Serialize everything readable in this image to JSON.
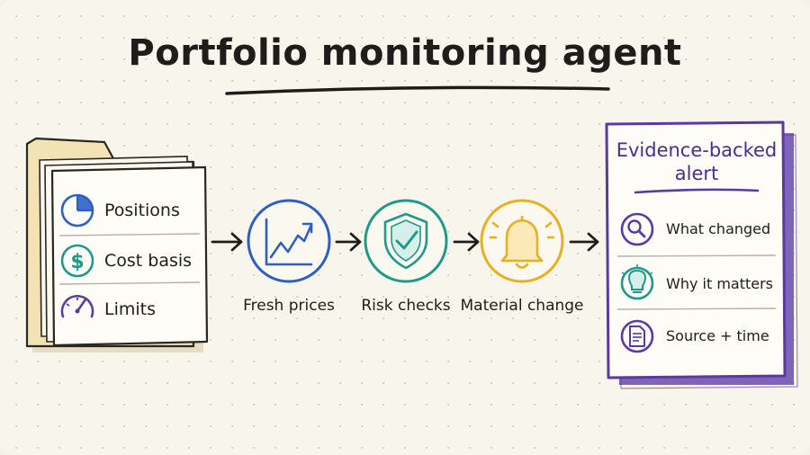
{
  "title": "Portfolio monitoring agent",
  "inputs": [
    {
      "label": "Positions",
      "icon": "pie-chart-icon"
    },
    {
      "label": "Cost basis",
      "icon": "dollar-icon"
    },
    {
      "label": "Limits",
      "icon": "gauge-icon"
    }
  ],
  "stages": [
    {
      "label": "Fresh prices",
      "icon": "trend-chart-icon",
      "color": "#2f5fc4"
    },
    {
      "label": "Risk checks",
      "icon": "shield-check-icon",
      "color": "#1f9a8a"
    },
    {
      "label": "Material change",
      "icon": "bell-icon",
      "color": "#e8b020"
    }
  ],
  "alert": {
    "title": "Evidence-backed alert",
    "title_line1": "Evidence-backed",
    "title_line2": "alert",
    "color": "#5a3aa0",
    "items": [
      {
        "label": "What changed",
        "icon": "magnifier-icon"
      },
      {
        "label": "Why it matters",
        "icon": "lightbulb-icon"
      },
      {
        "label": "Source + time",
        "icon": "document-icon"
      }
    ]
  },
  "colors": {
    "blue": "#2f5fc4",
    "green": "#1f9a8a",
    "yellow": "#e8b020",
    "purple": "#5a3aa0",
    "folder": "#f5e8c4"
  }
}
